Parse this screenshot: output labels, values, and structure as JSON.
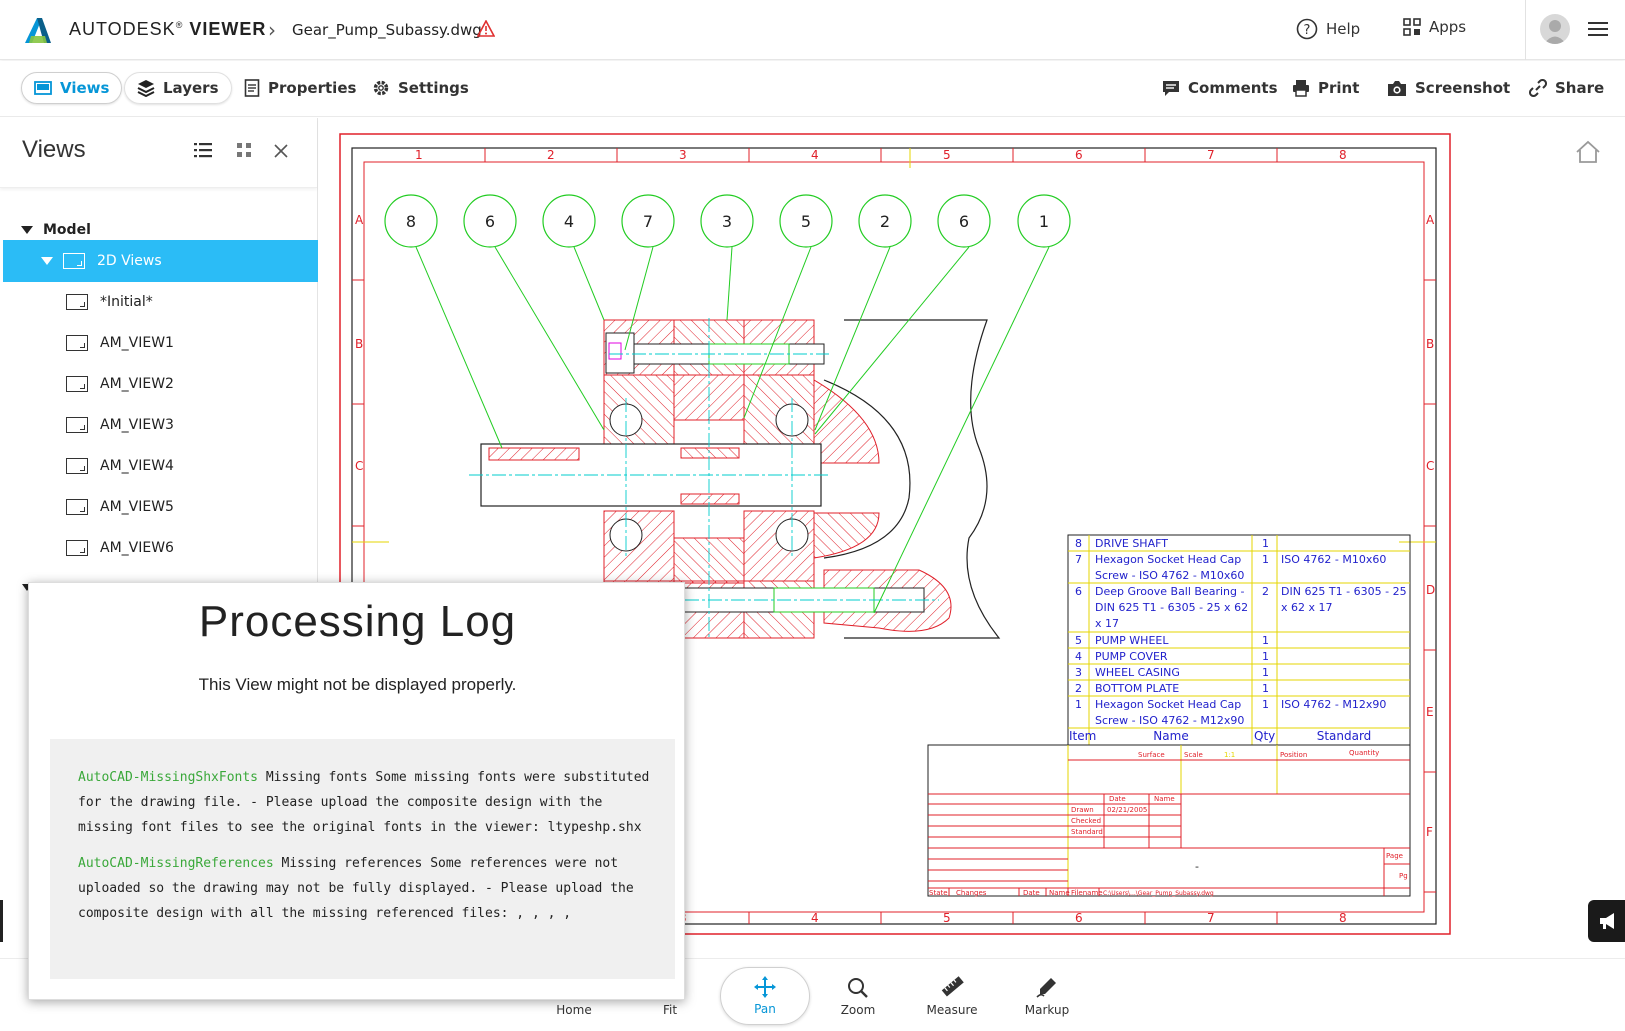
{
  "app": {
    "brand_light": "AUTODESK",
    "brand_reg": "®",
    "brand_bold": "VIEWER",
    "filename": "Gear_Pump_Subassy.dwg"
  },
  "topnav": {
    "help": "Help",
    "apps": "Apps"
  },
  "toolbar": {
    "views": "Views",
    "layers": "Layers",
    "properties": "Properties",
    "settings": "Settings",
    "comments": "Comments",
    "print": "Print",
    "screenshot": "Screenshot",
    "share": "Share"
  },
  "panel": {
    "title": "Views",
    "model": "Model",
    "items": [
      {
        "label": "2D Views"
      },
      {
        "label": "*Initial*"
      },
      {
        "label": "AM_VIEW1"
      },
      {
        "label": "AM_VIEW2"
      },
      {
        "label": "AM_VIEW3"
      },
      {
        "label": "AM_VIEW4"
      },
      {
        "label": "AM_VIEW5"
      },
      {
        "label": "AM_VIEW6"
      }
    ]
  },
  "drawing": {
    "col_numbers": [
      "1",
      "2",
      "3",
      "4",
      "5",
      "6",
      "7",
      "8"
    ],
    "row_letters": [
      "A",
      "B",
      "C",
      "D",
      "E",
      "F"
    ],
    "balloons": [
      "8",
      "6",
      "4",
      "7",
      "3",
      "5",
      "2",
      "6",
      "1"
    ],
    "bom": [
      {
        "item": "8",
        "name": "DRIVE SHAFT",
        "qty": "1",
        "std": ""
      },
      {
        "item": "7",
        "name": "Hexagon Socket Head Cap",
        "name2": "Screw - ISO 4762 - M10x60",
        "qty": "1",
        "std": "ISO 4762 - M10x60"
      },
      {
        "item": "6",
        "name": "Deep Groove Ball Bearing -",
        "name2": "DIN 625 T1 - 6305 - 25 x 62",
        "name3": "x 17",
        "qty": "2",
        "std": "DIN 625 T1 - 6305 - 25",
        "std2": "x 62 x 17"
      },
      {
        "item": "5",
        "name": "PUMP WHEEL",
        "qty": "1",
        "std": ""
      },
      {
        "item": "4",
        "name": "PUMP COVER",
        "qty": "1",
        "std": ""
      },
      {
        "item": "3",
        "name": "WHEEL CASING",
        "qty": "1",
        "std": ""
      },
      {
        "item": "2",
        "name": "BOTTOM PLATE",
        "qty": "1",
        "std": ""
      },
      {
        "item": "1",
        "name": "Hexagon Socket Head Cap",
        "name2": "Screw - ISO 4762 - M12x90",
        "qty": "1",
        "std": "ISO 4762 - M12x90"
      }
    ],
    "bom_headers": {
      "item": "Item",
      "name": "Name",
      "qty": "Qty",
      "std": "Standard"
    },
    "title_block": {
      "surface": "Surface",
      "scale": "Scale",
      "scale_val": "1:1",
      "position": "Position",
      "quantity": "Quantity",
      "date": "Date",
      "name": "Name",
      "drawn": "Drawn",
      "drawn_date": "02/21/2005",
      "checked": "Checked",
      "standard": "Standard",
      "page": "Page",
      "pg": "Pg",
      "state": "State",
      "changes": "Changes",
      "date2": "Date",
      "name2": "Name",
      "filename": "Filename",
      "filename_val": "C:\\Users\\...\\Gear_Pump_Subassy.dwg",
      "dash": "-"
    }
  },
  "dialog": {
    "title": "Processing Log",
    "subtitle": "This View might not be displayed properly.",
    "entries": [
      {
        "code": "AutoCAD-MissingShxFonts",
        "text": " Missing fonts Some missing fonts were substituted for the drawing file. - Please upload the composite design with the missing font files to see the original fonts in the viewer: ltypeshp.shx"
      },
      {
        "code": "AutoCAD-MissingReferences",
        "text": " Missing references Some references were not uploaded so the drawing may not be fully displayed. - Please upload the composite design with all the missing referenced files: , , , ,"
      }
    ]
  },
  "bottombar": {
    "home": "Home",
    "fit": "Fit",
    "pan": "Pan",
    "zoom": "Zoom",
    "measure": "Measure",
    "markup": "Markup"
  },
  "colors": {
    "accent": "#0696d7",
    "selected_row": "#2bbcf6",
    "drawing_red": "#e0202a",
    "drawing_green": "#22cc22",
    "drawing_blue": "#2222cc",
    "drawing_cyan": "#00cccc",
    "log_code": "#3aa83a"
  }
}
